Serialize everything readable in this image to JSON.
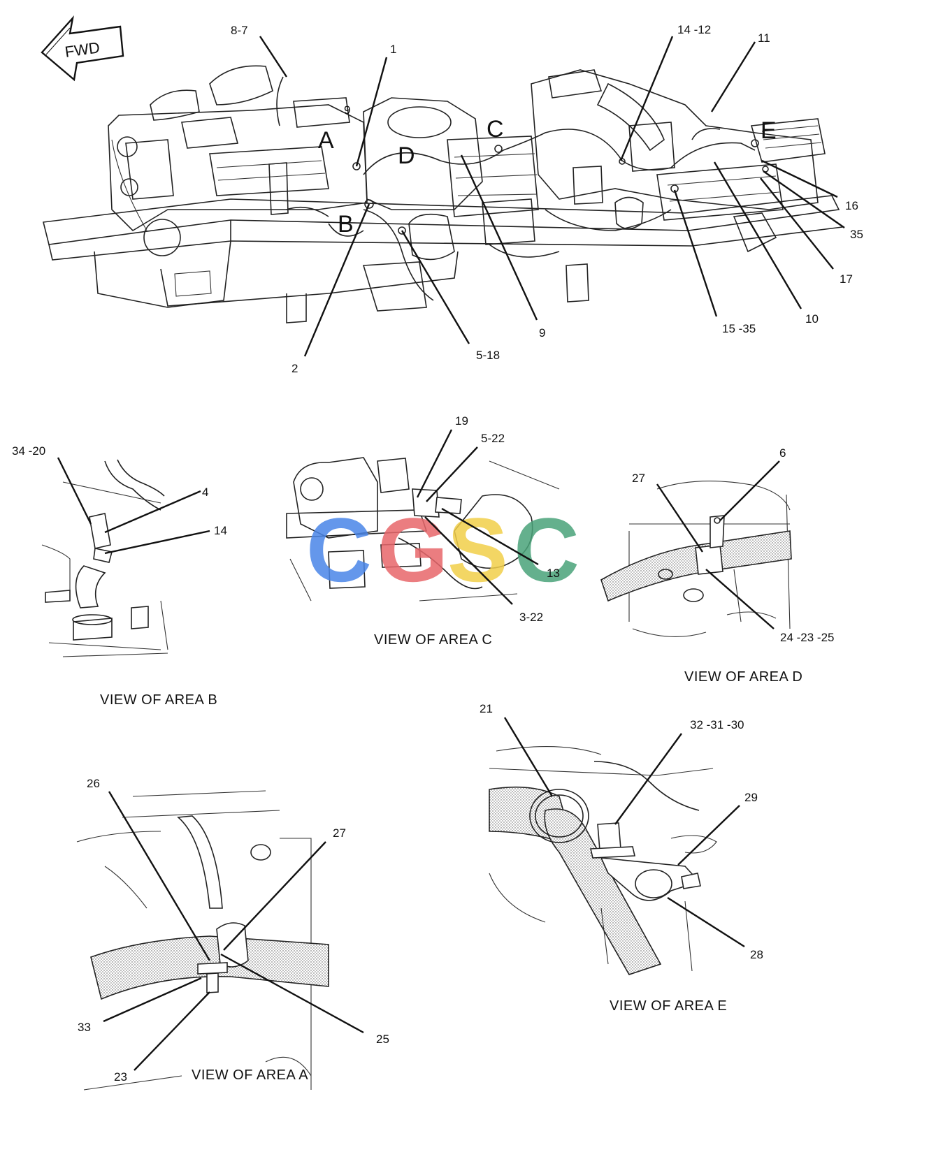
{
  "fwd": "FWD",
  "main": {
    "areas": [
      "A",
      "B",
      "C",
      "D",
      "E"
    ],
    "callouts": [
      "8-7",
      "1",
      "9",
      "14 -12",
      "11",
      "16",
      "35",
      "17",
      "10",
      "15 -35",
      "9",
      "5-18",
      "2"
    ]
  },
  "view_b": {
    "title": "VIEW OF AREA B",
    "callouts": [
      "34 -20",
      "4",
      "14"
    ]
  },
  "view_c": {
    "title": "VIEW OF AREA C",
    "callouts": [
      "19",
      "5-22",
      "13",
      "3-22"
    ]
  },
  "view_d": {
    "title": "VIEW OF AREA D",
    "callouts": [
      "27",
      "6",
      "24 -23 -25"
    ]
  },
  "view_a": {
    "title": "VIEW OF AREA A",
    "callouts": [
      "26",
      "27",
      "33",
      "25",
      "23"
    ]
  },
  "view_e": {
    "title": "VIEW OF AREA E",
    "callouts": [
      "21",
      "32 -31 -30",
      "29",
      "28"
    ]
  },
  "watermark": "CGSC",
  "colors": {
    "ink": "#111111",
    "watermark_blue": "#4a86e8",
    "watermark_red": "#e8676b",
    "watermark_yellow": "#f2cf4a",
    "watermark_green": "#4aa37a"
  }
}
